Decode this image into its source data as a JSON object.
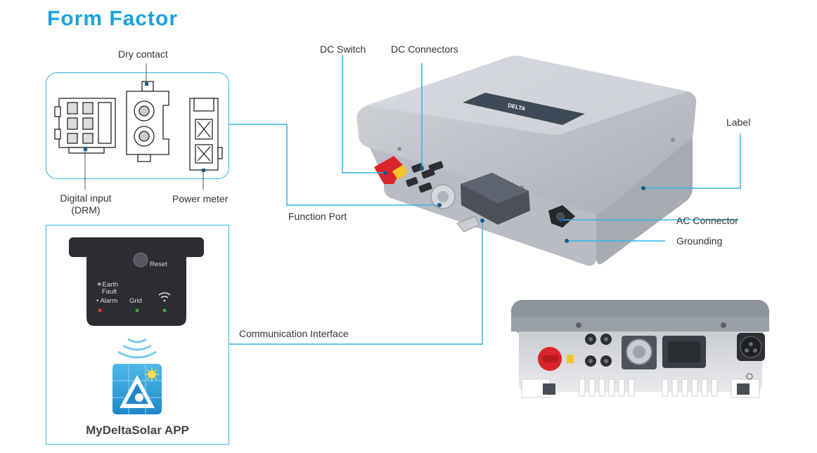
{
  "title": "Form Factor",
  "labels": {
    "dry_contact": "Dry contact",
    "digital_input": "Digital input",
    "digital_input_sub": "(DRM)",
    "power_meter": "Power meter",
    "dc_switch": "DC Switch",
    "dc_connectors": "DC Connectors",
    "label": "Label",
    "function_port": "Function Port",
    "ac_connector": "AC Connector",
    "grounding": "Grounding",
    "communication_interface": "Communication Interface"
  },
  "dongle": {
    "reset": "Reset",
    "earth": "Earth",
    "fault": "Fault",
    "alarm": "Alarm",
    "grid": "Grid"
  },
  "app_name": "MyDeltaSolar APP",
  "brand_logo": "DELTA",
  "colors": {
    "accent": "#1aa3d9",
    "line": "#34b4e4",
    "inverter": "#b4b9c0",
    "dc_switch": "#d9252a",
    "led_red": "#e53935",
    "led_green": "#43a047"
  },
  "icons": [
    "wifi-icon",
    "app-icon",
    "sun-icon",
    "delta-logo"
  ]
}
